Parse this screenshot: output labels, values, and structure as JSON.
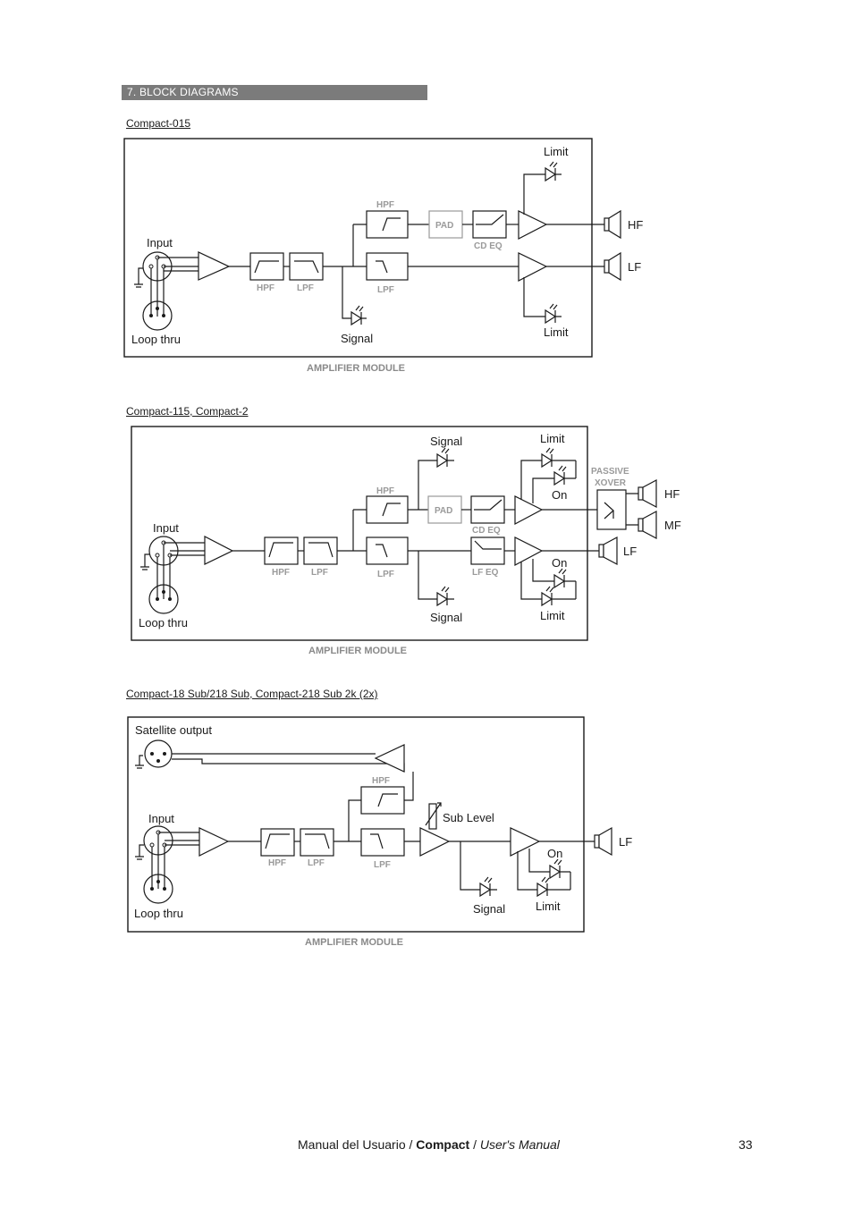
{
  "section": {
    "title": "7. BLOCK DIAGRAMS"
  },
  "diagrams": [
    {
      "title": "Compact-015",
      "labels": {
        "input": "Input",
        "loop_thru": "Loop thru",
        "signal": "Signal",
        "limit_top": "Limit",
        "limit_bottom": "Limit",
        "hf": "HF",
        "lf": "LF",
        "hpf1": "HPF",
        "lpf1": "LPF",
        "hpf2": "HPF",
        "lpf2": "LPF",
        "pad": "PAD",
        "cd_eq": "CD EQ",
        "module": "AMPLIFIER MODULE"
      }
    },
    {
      "title": "Compact-115, Compact-2",
      "labels": {
        "input": "Input",
        "loop_thru": "Loop thru",
        "signal_top": "Signal",
        "signal_bottom": "Signal",
        "limit_top": "Limit",
        "limit_bottom": "Limit",
        "on_top": "On",
        "on_bottom": "On",
        "passive": "PASSIVE",
        "xover": "XOVER",
        "hf": "HF",
        "mf": "MF",
        "lf": "LF",
        "hpf1": "HPF",
        "lpf1": "LPF",
        "hpf2": "HPF",
        "lpf2": "LPF",
        "pad": "PAD",
        "cd_eq": "CD EQ",
        "lf_eq": "LF EQ",
        "module": "AMPLIFIER MODULE"
      }
    },
    {
      "title": "Compact-18 Sub/218 Sub, Compact-218 Sub 2k (2x)",
      "labels": {
        "satellite": "Satellite output",
        "input": "Input",
        "loop_thru": "Loop thru",
        "sub_level": "Sub Level",
        "signal": "Signal",
        "on": "On",
        "limit": "Limit",
        "lf": "LF",
        "hpf1": "HPF",
        "lpf1": "LPF",
        "hpf2": "HPF",
        "lpf2": "LPF",
        "module": "AMPLIFIER MODULE"
      }
    }
  ],
  "footer": {
    "left_regular": "Manual del Usuario / ",
    "left_bold": "Compact",
    "left_sep": " / ",
    "left_italic": "User's Manual",
    "page_number": "33"
  }
}
